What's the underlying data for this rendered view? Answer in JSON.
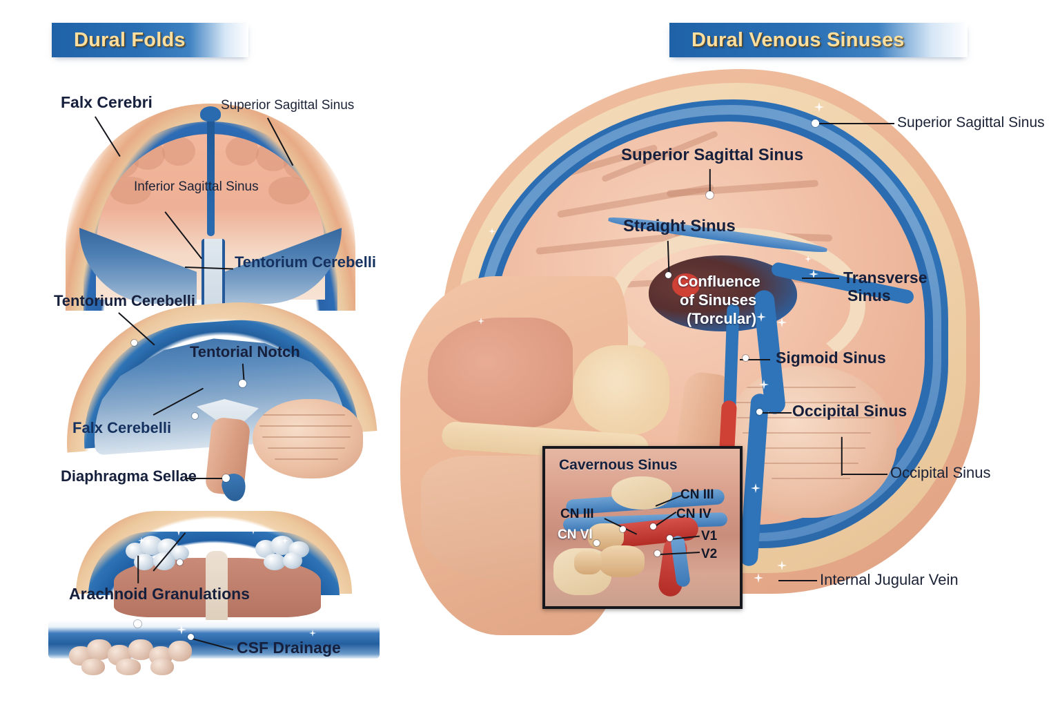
{
  "banners": {
    "left": "Dural Folds",
    "right": "Dural Venous Sinuses"
  },
  "panel_dural_folds": {
    "figure1": {
      "labels": [
        {
          "key": "falx_cerebri",
          "text": "Falx Cerebri"
        },
        {
          "key": "superior_sagittal_sinus",
          "text": "Superior Sagittal Sinus"
        },
        {
          "key": "inferior_sagittal_sinus",
          "text": "Inferior Sagittal Sinus"
        },
        {
          "key": "tentorium_cerebelli",
          "text": "Tentorium Cerebelli"
        }
      ]
    },
    "figure2": {
      "labels": [
        {
          "key": "tentorium_cerebelli",
          "text": "Tentorium Cerebelli"
        },
        {
          "key": "tentorial_notch",
          "text": "Tentorial Notch"
        },
        {
          "key": "falx_cerebelli",
          "text": "Falx Cerebelli"
        },
        {
          "key": "diaphragma_sellae",
          "text": "Diaphragma Sellae"
        }
      ]
    },
    "figure3": {
      "labels": [
        {
          "key": "arachnoid_granulations",
          "text": "Arachnoid Granulations"
        },
        {
          "key": "csf_drainage",
          "text": "CSF Drainage"
        }
      ]
    }
  },
  "panel_venous_sinuses": {
    "labels": [
      {
        "key": "superior_sagittal_sinus_outer",
        "text": "Superior Sagittal Sinus"
      },
      {
        "key": "superior_sagittal_sinus_inner",
        "text": "Superior Sagittal Sinus"
      },
      {
        "key": "straight_sinus",
        "text": "Straight Sinus"
      },
      {
        "key": "transverse_sinus_line1",
        "text": "Transverse"
      },
      {
        "key": "transverse_sinus_line2",
        "text": "Sinus"
      },
      {
        "key": "sigmoid_sinus",
        "text": "Sigmoid  Sinus"
      },
      {
        "key": "occipital_sinus",
        "text": "Occipital Sinus"
      },
      {
        "key": "occipital_sinus_lower",
        "text": "Occipital Sinus"
      },
      {
        "key": "internal_jugular_vein",
        "text": "Internal Jugular Vein"
      }
    ],
    "confluence": {
      "line1": "Confluence",
      "line2": "of Sinuses",
      "line3": "(Torcular)"
    },
    "inset": {
      "title": "Cavernous Sinus",
      "labels": [
        {
          "key": "cn3_left",
          "text": "CN III"
        },
        {
          "key": "cn3_right",
          "text": "CN III"
        },
        {
          "key": "cn4",
          "text": "CN IV"
        },
        {
          "key": "cn6",
          "text": "CN VI"
        },
        {
          "key": "v1",
          "text": "V1"
        },
        {
          "key": "v2",
          "text": "V2"
        }
      ]
    }
  },
  "colors": {
    "banner_blue": "#2a6fb4",
    "banner_text": "#fbdfa0",
    "label_dark": "#16203c",
    "label_navy": "#15315f",
    "sinus_blue": "#2f74b8",
    "artery_red": "#cf4035",
    "brain_tissue": "#f0bda3",
    "bone_cream": "#efd2a8",
    "scalp": "#e8a882",
    "background": "#ffffff"
  }
}
